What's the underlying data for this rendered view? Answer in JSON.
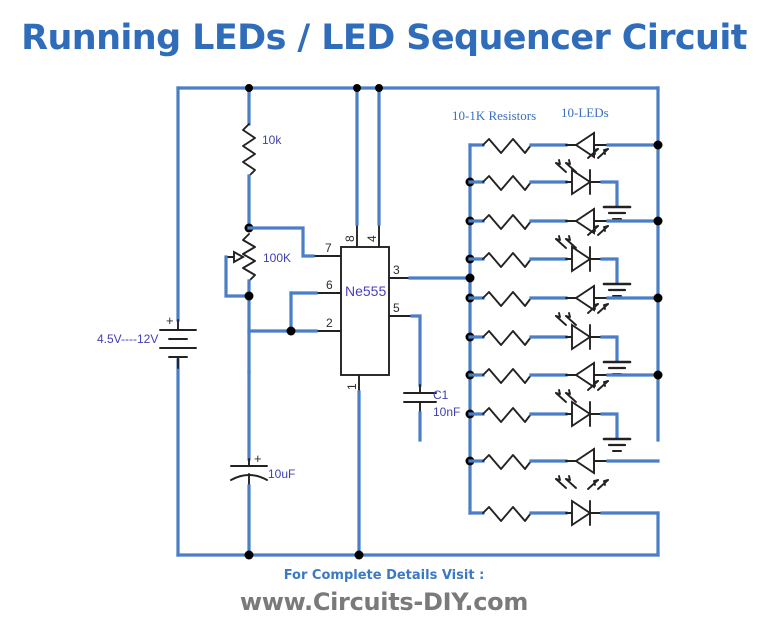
{
  "page": {
    "title": "Running LEDs / LED Sequencer Circuit",
    "background_color": "#ffffff"
  },
  "colors": {
    "title_blue": "#2f6cba",
    "wire_blue": "#4a7fc8",
    "component_black": "#222222",
    "label_purple": "#4040b0",
    "section_label_blue": "#3b6fbf",
    "footer_blue": "#3b79c6",
    "footer_gray": "#7a7a7a"
  },
  "footer": {
    "line1": "For Complete Details Visit :",
    "line2": "www.Circuits-DIY.com"
  },
  "schematic": {
    "section_labels": {
      "resistors": "10-1K Resistors",
      "leds": "10-LEDs"
    },
    "ic": {
      "name": "Ne555",
      "pins": [
        {
          "number": "8",
          "side": "top"
        },
        {
          "number": "4",
          "side": "top"
        },
        {
          "number": "7",
          "side": "left"
        },
        {
          "number": "6",
          "side": "left"
        },
        {
          "number": "2",
          "side": "left"
        },
        {
          "number": "3",
          "side": "right"
        },
        {
          "number": "5",
          "side": "right"
        },
        {
          "number": "1",
          "side": "bottom"
        }
      ]
    },
    "components": [
      {
        "id": "r1",
        "type": "resistor",
        "label": "10k"
      },
      {
        "id": "rv1",
        "type": "potentiometer",
        "label": "100K"
      },
      {
        "id": "bat1",
        "type": "battery",
        "label": "4.5V----12V",
        "polarity": "+"
      },
      {
        "id": "c2",
        "type": "capacitor-electrolytic",
        "label": "10uF",
        "polarity": "+"
      },
      {
        "id": "c1",
        "type": "capacitor",
        "label": "C1",
        "value": "10nF"
      }
    ],
    "led_rows": [
      {
        "index": 1,
        "resistor": "1K",
        "led_direction": "left",
        "terminates": "right-rail"
      },
      {
        "index": 2,
        "resistor": "1K",
        "led_direction": "right",
        "terminates": "ground"
      },
      {
        "index": 3,
        "resistor": "1K",
        "led_direction": "left",
        "terminates": "right-rail"
      },
      {
        "index": 4,
        "resistor": "1K",
        "led_direction": "right",
        "terminates": "ground"
      },
      {
        "index": 5,
        "resistor": "1K",
        "led_direction": "left",
        "terminates": "right-rail"
      },
      {
        "index": 6,
        "resistor": "1K",
        "led_direction": "right",
        "terminates": "ground"
      },
      {
        "index": 7,
        "resistor": "1K",
        "led_direction": "left",
        "terminates": "right-rail"
      },
      {
        "index": 8,
        "resistor": "1K",
        "led_direction": "right",
        "terminates": "ground"
      },
      {
        "index": 9,
        "resistor": "1K",
        "led_direction": "left",
        "terminates": "right-rail"
      },
      {
        "index": 10,
        "resistor": "1K",
        "led_direction": "right",
        "terminates": "bottom-rail"
      }
    ]
  }
}
